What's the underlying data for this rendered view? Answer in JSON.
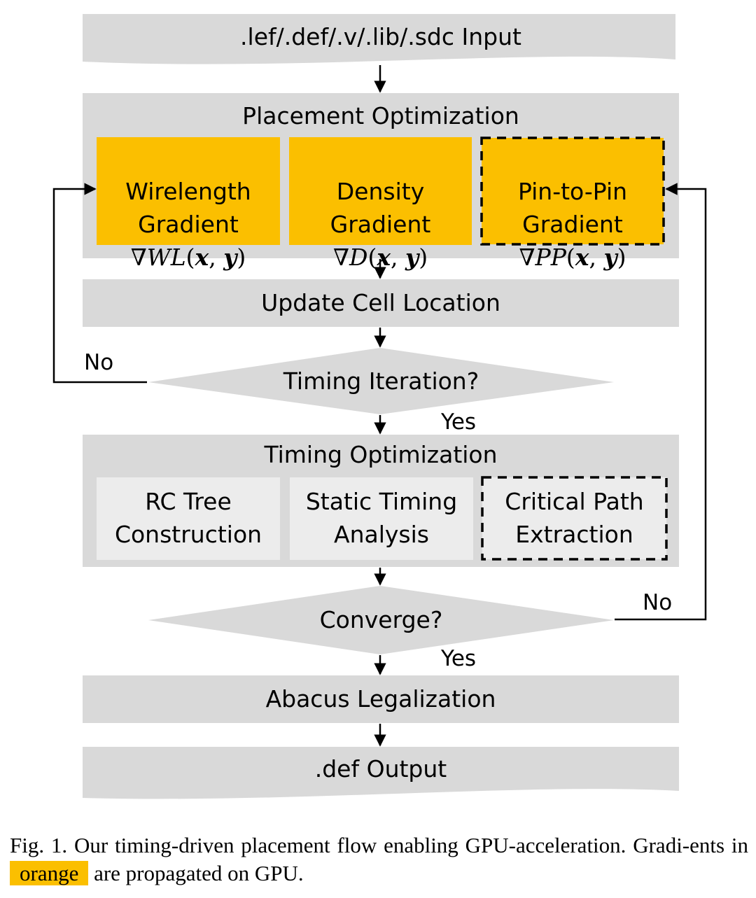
{
  "diagram": {
    "input": ".lef/.def/.v/.lib/.sdc Input",
    "placement": {
      "title": "Placement Optimization",
      "gradients": [
        {
          "label": "Wirelength\nGradient",
          "nabla": "∇",
          "func": "WL"
        },
        {
          "label": "Density\nGradient",
          "nabla": "∇",
          "func": "D"
        },
        {
          "label": "Pin-to-Pin\nGradient",
          "nabla": "∇",
          "func": "PP"
        }
      ],
      "args": {
        "open": "(",
        "x": "x",
        "comma": ", ",
        "y": "y",
        "close": ")"
      }
    },
    "update": "Update Cell Location",
    "timing_iteration": "Timing Iteration?",
    "timing": {
      "title": "Timing Optimization",
      "steps": [
        "RC Tree\nConstruction",
        "Static Timing\nAnalysis",
        "Critical Path\nExtraction"
      ]
    },
    "converge": "Converge?",
    "legalization": "Abacus Legalization",
    "output": ".def Output",
    "edge_labels": {
      "no_left": "No",
      "yes_1": "Yes",
      "no_right": "No",
      "yes_2": "Yes"
    }
  },
  "caption": {
    "before": "Fig. 1.  Our timing-driven placement flow enabling GPU-acceleration. Gradi-ents in ",
    "highlight": "orange",
    "after": " are propagated on GPU."
  },
  "colors": {
    "gray": "#d9d9d9",
    "light_gray": "#ececec",
    "orange": "#fbbf00",
    "line": "#000000"
  }
}
